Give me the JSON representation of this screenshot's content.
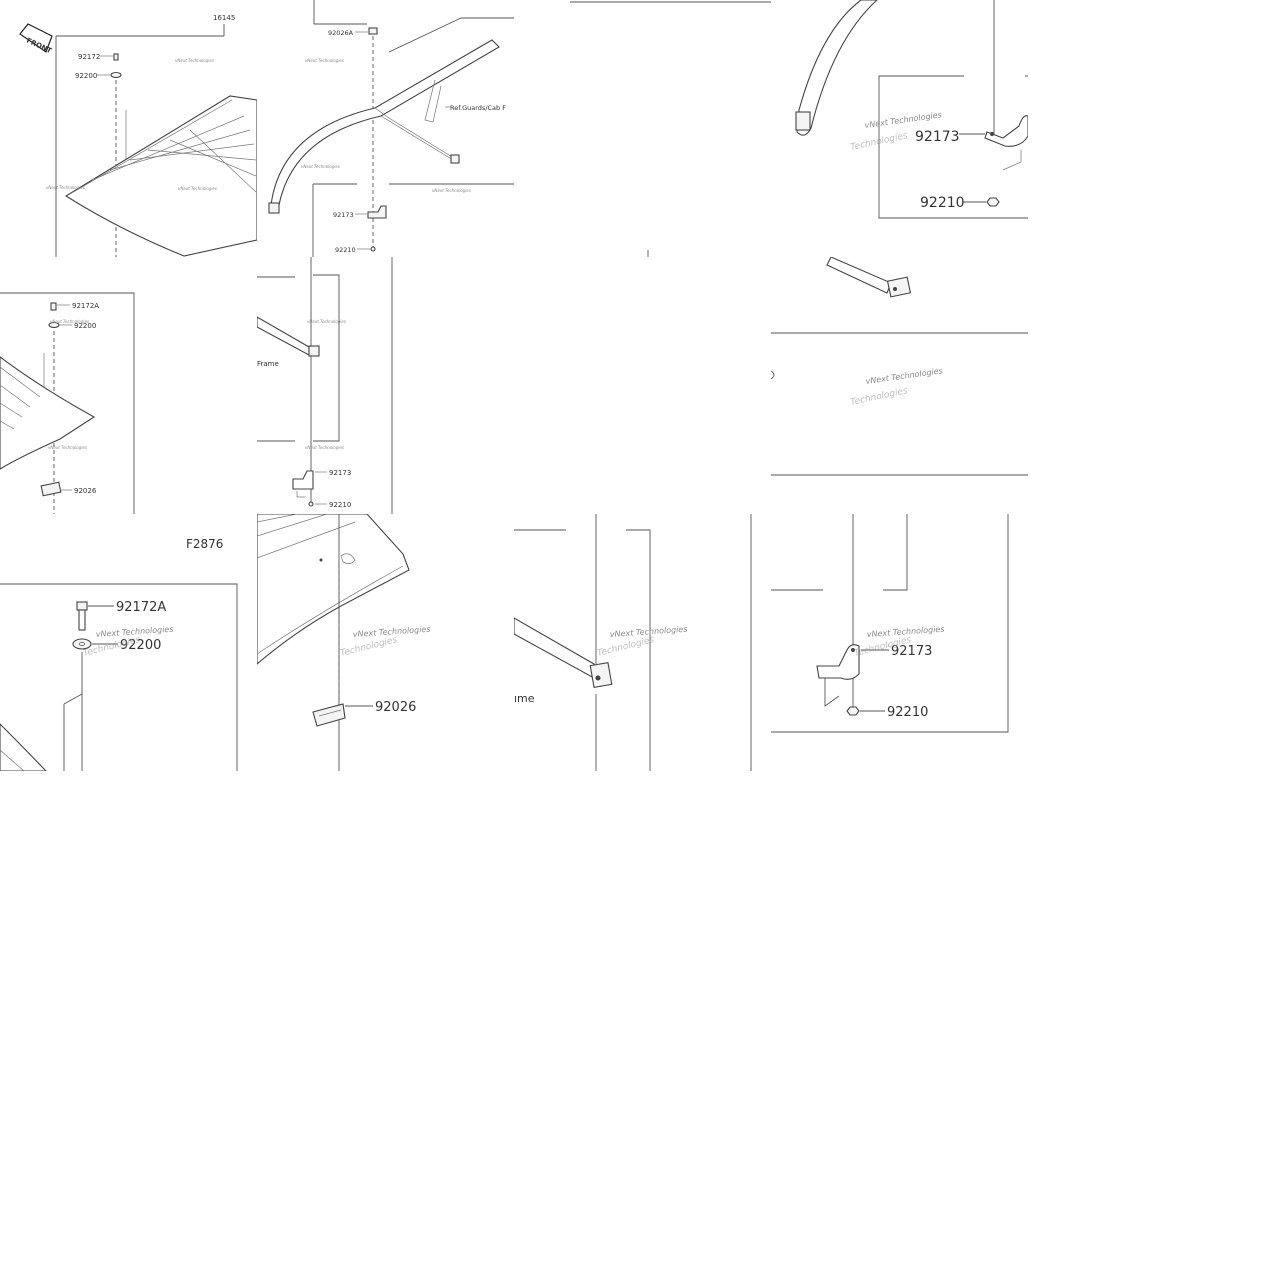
{
  "labels": {
    "ref_16145": "16145",
    "front": "FRONT",
    "p92172": "92172",
    "p92172A": "92172A",
    "p92200": "92200",
    "p92026": "92026",
    "p92026A": "92026A",
    "p92173": "92173",
    "p92210": "92210",
    "p92210b": "92210",
    "ref_guards": "Ref.Guards/Cab F",
    "frame": "Frame",
    "frame_partial": "ıme",
    "fig_id": "F2876"
  },
  "watermark": {
    "text": "vNext Technologies",
    "text_overlap": "Technologies"
  },
  "colors": {
    "line": "#555555",
    "part_fill": "#f4f4f4",
    "watermark": "#8a8a8a",
    "background": "#ffffff"
  }
}
